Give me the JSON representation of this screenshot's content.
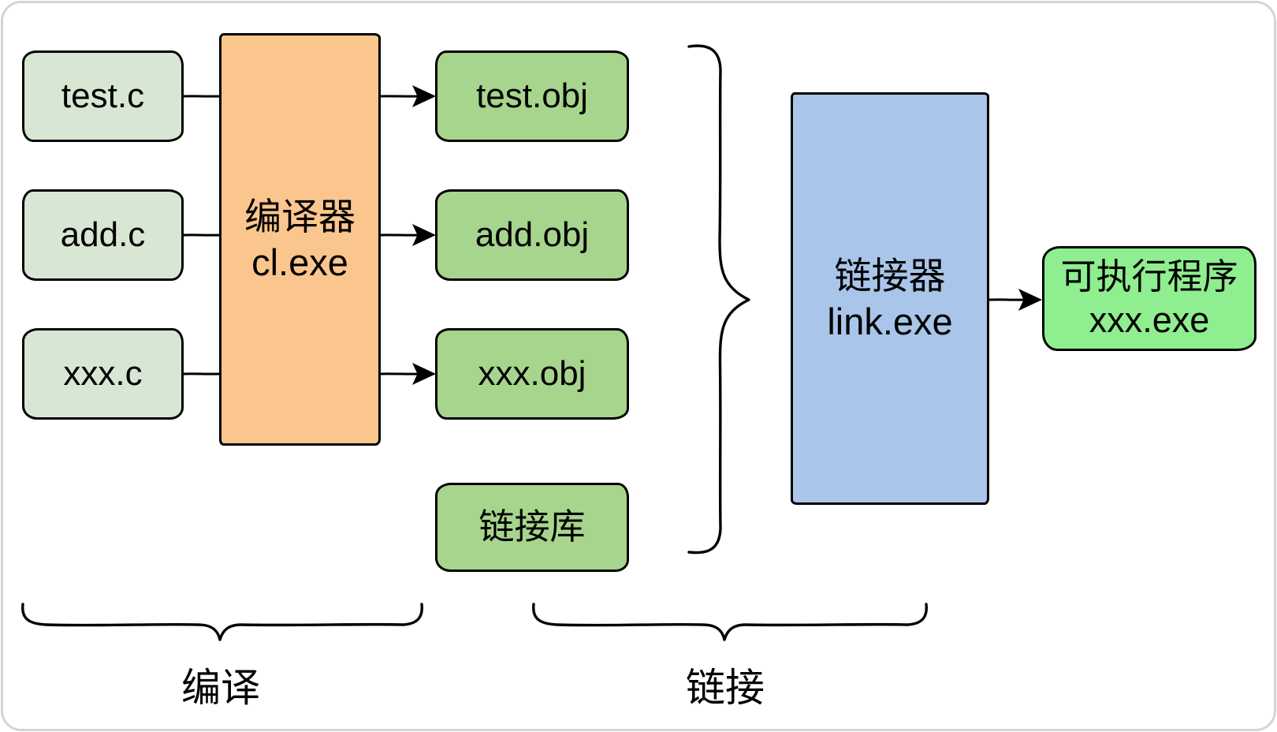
{
  "diagram": {
    "title_semantic": "C program compile and link process",
    "source_files": [
      {
        "label": "test.c"
      },
      {
        "label": "add.c"
      },
      {
        "label": "xxx.c"
      }
    ],
    "compiler": {
      "line1": "编译器",
      "line2": "cl.exe"
    },
    "object_files": [
      {
        "label": "test.obj"
      },
      {
        "label": "add.obj"
      },
      {
        "label": "xxx.obj"
      }
    ],
    "link_library": {
      "label": "链接库"
    },
    "linker": {
      "line1": "链接器",
      "line2": "link.exe"
    },
    "executable": {
      "line1": "可执行程序",
      "line2": "xxx.exe"
    },
    "stage_labels": {
      "compile": "编译",
      "link": "链接"
    },
    "colors": {
      "source_fill": "#d8e7d3",
      "object_fill": "#a7d58d",
      "compiler_fill": "#fbc68e",
      "linker_fill": "#a9c5e9",
      "executable_fill": "#8fee8f",
      "stroke": "#000000",
      "frame_border": "#d4d4d8"
    }
  }
}
